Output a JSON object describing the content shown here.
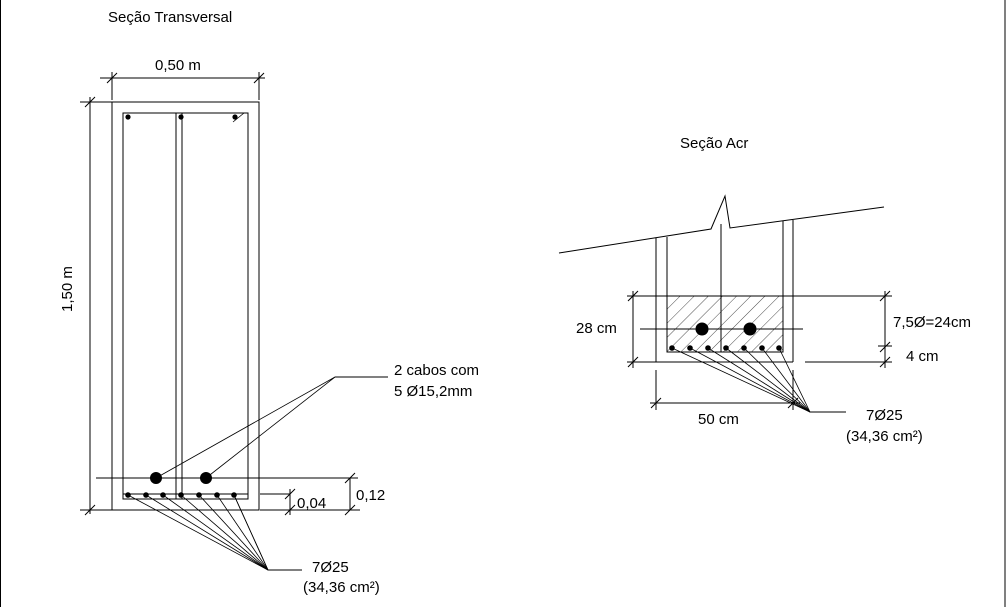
{
  "drawing": {
    "background": "#ffffff",
    "line_color": "#000000",
    "left_section": {
      "title": "Seção Transversal",
      "width_label": "0,50 m",
      "height_label": "1,50 m",
      "cable_label_line1": "2 cabos com",
      "cable_label_line2": "5 Ø15,2mm",
      "dim_small": "0,04",
      "dim_large": "0,12",
      "rebar_label_line1": "7Ø25",
      "rebar_label_line2": "(34,36 cm²)"
    },
    "right_section": {
      "title": "Seção Acr",
      "height_label": "28 cm",
      "top_dim_label": "7,5Ø=24cm",
      "bottom_dim_label": "4 cm",
      "width_label": "50 cm",
      "rebar_label_line1": "7Ø25",
      "rebar_label_line2": "(34,36 cm²)"
    }
  }
}
